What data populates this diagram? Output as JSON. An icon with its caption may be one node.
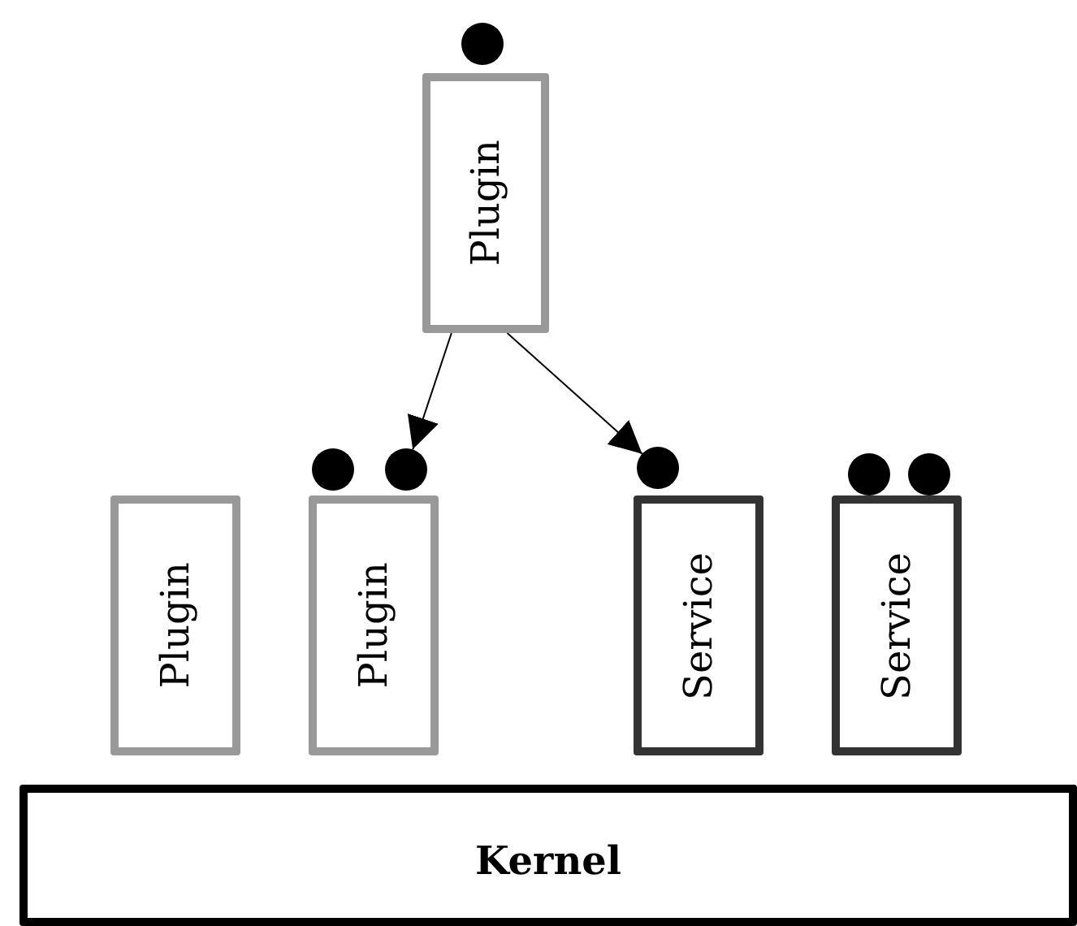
{
  "diagram": {
    "nodes": [
      {
        "text": [],
        "shape": "circle"
      },
      {
        "text": [
          "Plugin"
        ]
      },
      {
        "text": [],
        "shape": "circle"
      },
      {
        "text": [],
        "shape": "circle"
      },
      {
        "text": [],
        "shape": "circle"
      },
      {
        "text": [],
        "shape": "circle"
      },
      {
        "text": [],
        "shape": "circle"
      },
      {
        "text": [
          "Plugin"
        ]
      },
      {
        "text": [
          "Plugin"
        ]
      },
      {
        "text": [
          "Service"
        ]
      },
      {
        "text": [
          "Service"
        ]
      },
      {
        "text": [
          "Kernel"
        ]
      }
    ],
    "edges": [
      {
        "from": 1,
        "to": 3,
        "arrow": "to"
      },
      {
        "from": 1,
        "to": 4,
        "arrow": "to"
      }
    ]
  }
}
